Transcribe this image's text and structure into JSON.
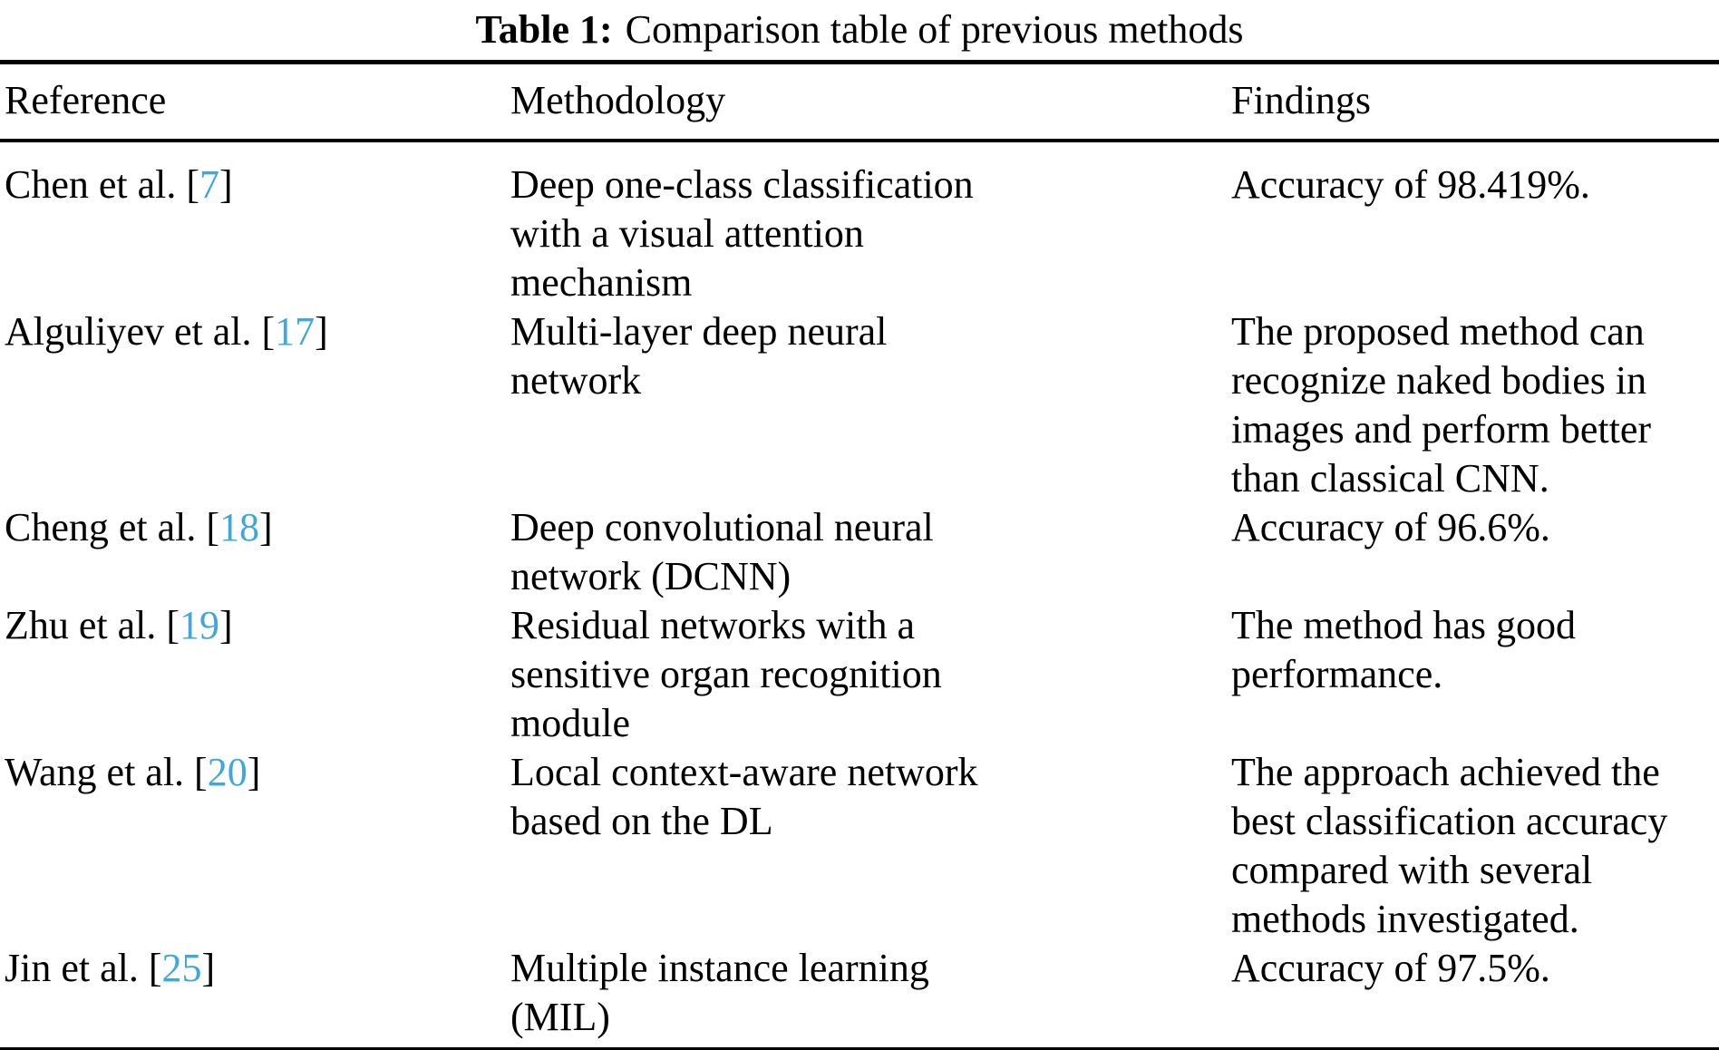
{
  "caption": {
    "label": "Table 1:",
    "text": "Comparison table of previous methods"
  },
  "columns": {
    "reference": "Reference",
    "methodology": "Methodology",
    "findings": "Findings"
  },
  "colors": {
    "citation_link": "#3fa7dc",
    "text": "#000000",
    "background": "#ffffff"
  },
  "rows": [
    {
      "ref_pre": "Chen et al. [",
      "ref_num": "7",
      "ref_post": "]",
      "methodology": "Deep one-class classification\nwith a visual attention\nmechanism",
      "findings": "Accuracy of 98.419%."
    },
    {
      "ref_pre": "Alguliyev et al. [",
      "ref_num": "17",
      "ref_post": "]",
      "methodology": "Multi-layer deep neural\nnetwork",
      "findings": "The proposed method can\nrecognize naked bodies in\nimages and perform better\nthan classical CNN."
    },
    {
      "ref_pre": "Cheng et al. [",
      "ref_num": "18",
      "ref_post": "]",
      "methodology": "Deep convolutional neural\nnetwork (DCNN)",
      "findings": "Accuracy of 96.6%."
    },
    {
      "ref_pre": "Zhu et al. [",
      "ref_num": "19",
      "ref_post": "]",
      "methodology": "Residual networks with a\nsensitive organ recognition\nmodule",
      "findings": "The method has good\nperformance."
    },
    {
      "ref_pre": "Wang et al. [",
      "ref_num": "20",
      "ref_post": "]",
      "methodology": "Local context-aware network\nbased on the DL",
      "findings": "The approach achieved the\nbest classification accuracy\ncompared with several\nmethods investigated."
    },
    {
      "ref_pre": "Jin et al. [",
      "ref_num": "25",
      "ref_post": "]",
      "methodology": "Multiple instance learning\n(MIL)",
      "findings": "Accuracy of 97.5%."
    }
  ]
}
